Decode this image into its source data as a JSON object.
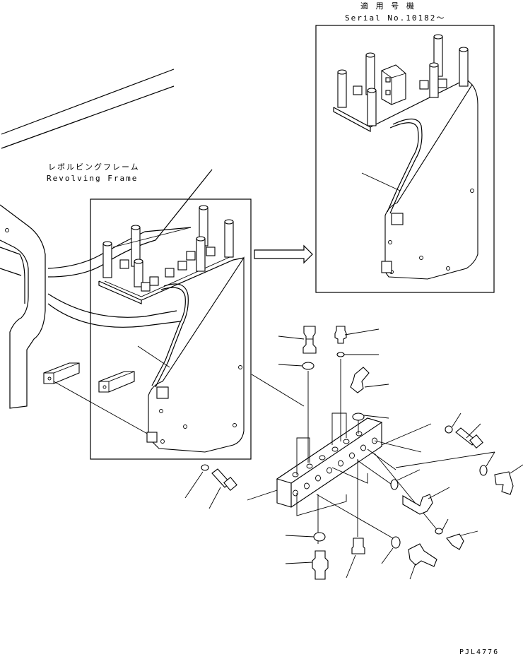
{
  "serial_label": {
    "jp": "適 用 号 機",
    "en": "Serial No.10182～"
  },
  "frame_label": {
    "jp": "レボルビングフレーム",
    "en": "Revolving Frame"
  },
  "drawing_code": "PJL4776"
}
